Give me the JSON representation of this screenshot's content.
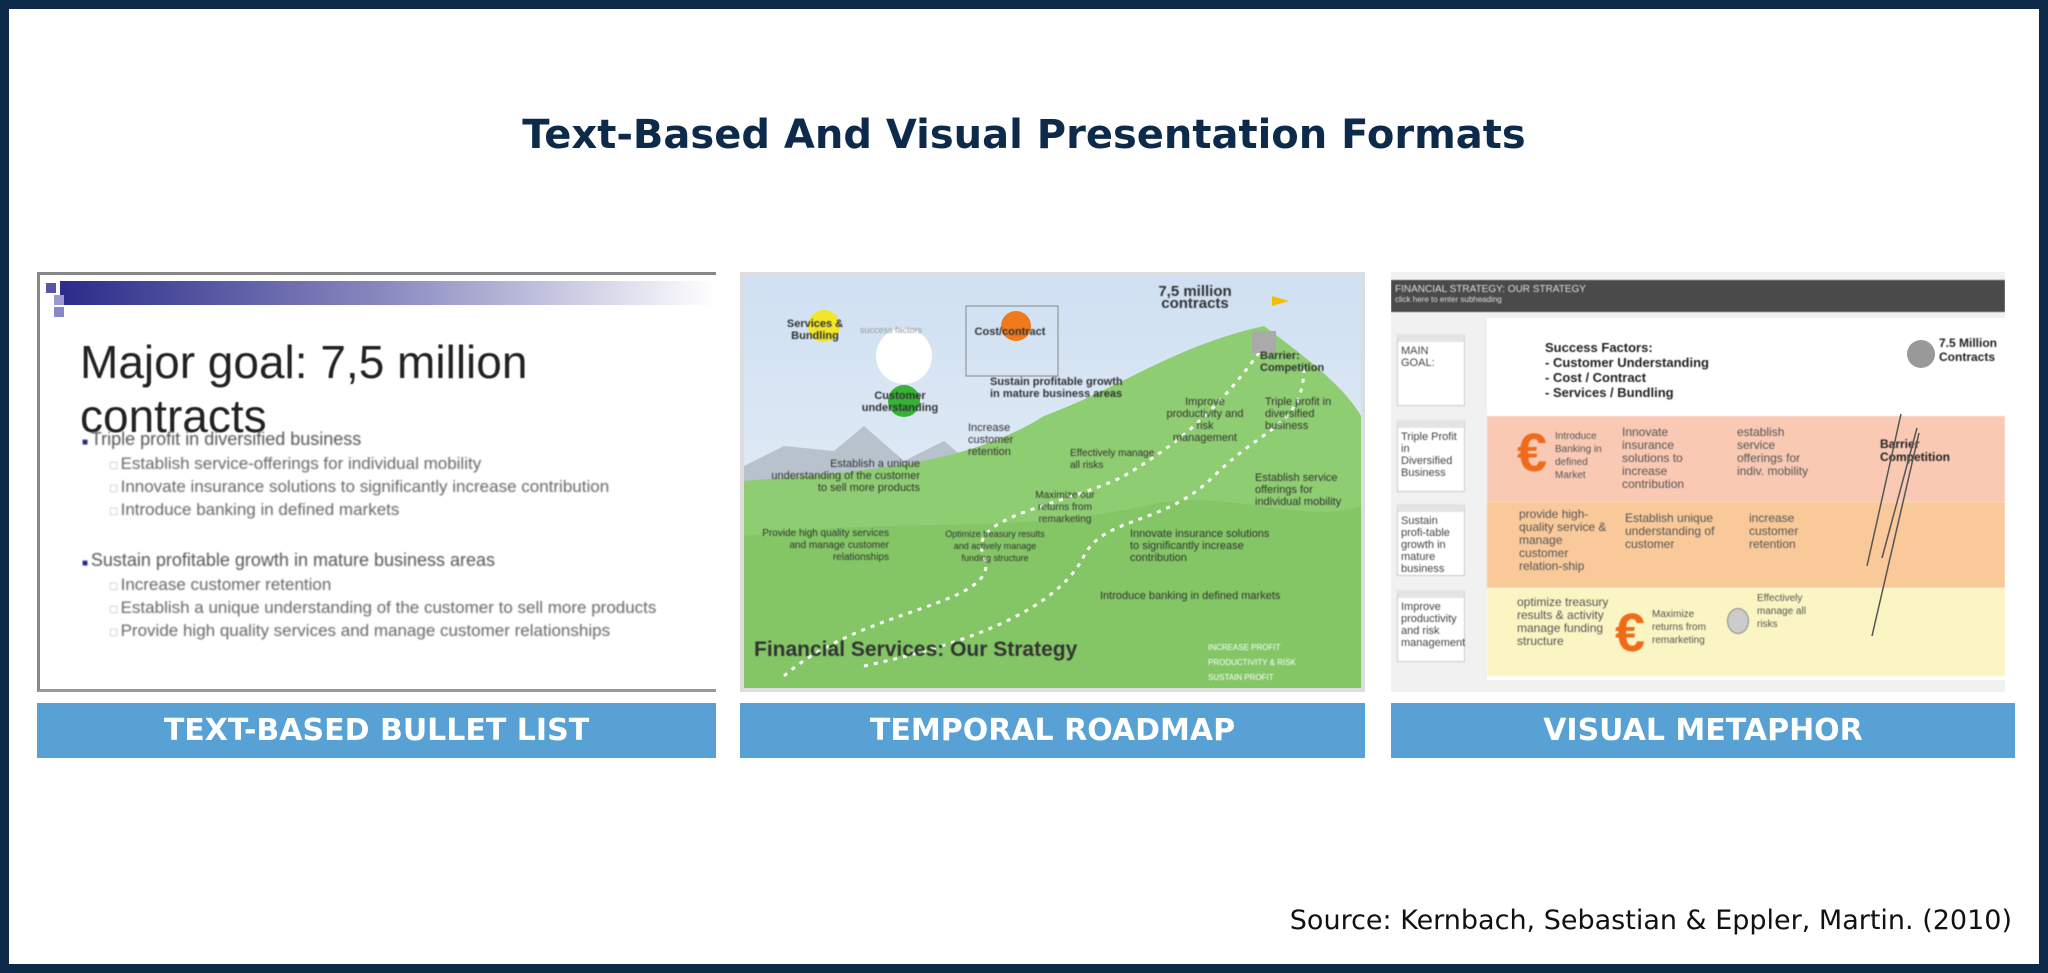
{
  "title": "Text-Based And Visual Presentation Formats",
  "panels": [
    {
      "caption": "TEXT-BASED BULLET LIST",
      "slide": {
        "heading": "Major goal: 7,5 million contracts",
        "bullets": [
          {
            "text": "Triple profit in diversified business",
            "sub": [
              "Establish service-offerings for individual mobility",
              "Innovate insurance solutions to significantly increase contribution",
              "Introduce banking in defined markets"
            ]
          },
          {
            "text": "Sustain profitable growth in mature business areas",
            "sub": [
              "Increase customer retention",
              "Establish a unique understanding of the customer to sell more products",
              "Provide high quality services and manage customer relationships"
            ]
          }
        ]
      }
    },
    {
      "caption": "TEMPORAL ROADMAP",
      "slide": {
        "heading": "Financial Services: Our Strategy",
        "labels": {
          "goal": "7,5 million contracts",
          "barrier": "Barrier: Competition",
          "sustain": "Sustain profitable growth in mature business areas",
          "triple": "Triple profit in diversified business",
          "improve": "Improve productivity and risk management",
          "retention": "Increase customer retention",
          "understanding": "Establish a unique understanding of the customer to sell more products",
          "manage_risks": "Effectively manage all risks",
          "service": "Establish service offerings for individual mobility",
          "remarketing": "Maximize our returns from remarketing",
          "quality": "Provide high quality services and manage customer relationships",
          "treasury": "Optimize treasury results and actively manage funding structure",
          "insurance": "Innovate insurance solutions to significantly increase contribution",
          "banking": "Introduce banking in defined markets",
          "balloon_services": "Services & Bundling",
          "balloon_cost": "Cost/contract",
          "balloon_customer": "Customer understanding",
          "balloon_success": "success factors"
        },
        "legend": [
          "INCREASE PROFIT",
          "PRODUCTIVITY & RISK",
          "SUSTAIN PROFIT"
        ]
      }
    },
    {
      "caption": "VISUAL METAPHOR",
      "slide": {
        "header": "FINANCIAL STRATEGY: OUR STRATEGY",
        "subheader": "click here to enter subheading",
        "side": [
          "MAIN GOAL:",
          "Triple Profit in Diversified Business",
          "Sustain profi-table growth in mature business",
          "Improve productivity and risk management"
        ],
        "success": [
          "Success Factors:",
          "- Customer Understanding",
          "- Cost / Contract",
          "- Services / Bundling"
        ],
        "goal": "7.5 Million Contracts",
        "barrier": "Barrier Competition",
        "row1": [
          "Introduce Banking in defined Market",
          "Innovate insurance solutions to increase contribution",
          "establish service offerings for indiv. mobility"
        ],
        "row2": [
          "provide high-quality service & manage customer relation-ship",
          "Establish unique understanding of customer",
          "increase customer retention"
        ],
        "row3": [
          "optimize treasury results & activity manage funding structure",
          "Maximize returns from remarketing",
          "Effectively manage all risks"
        ],
        "colors": {
          "row1": "#f9c9b4",
          "row2": "#f9c99a",
          "row3": "#fbf5c4",
          "euro": "#ef6a1a"
        }
      }
    }
  ],
  "source": "Source: Kernbach, Sebastian & Eppler, Martin. (2010)",
  "colors": {
    "border": "#0d2a4a",
    "caption_bg": "#57a1d4"
  }
}
